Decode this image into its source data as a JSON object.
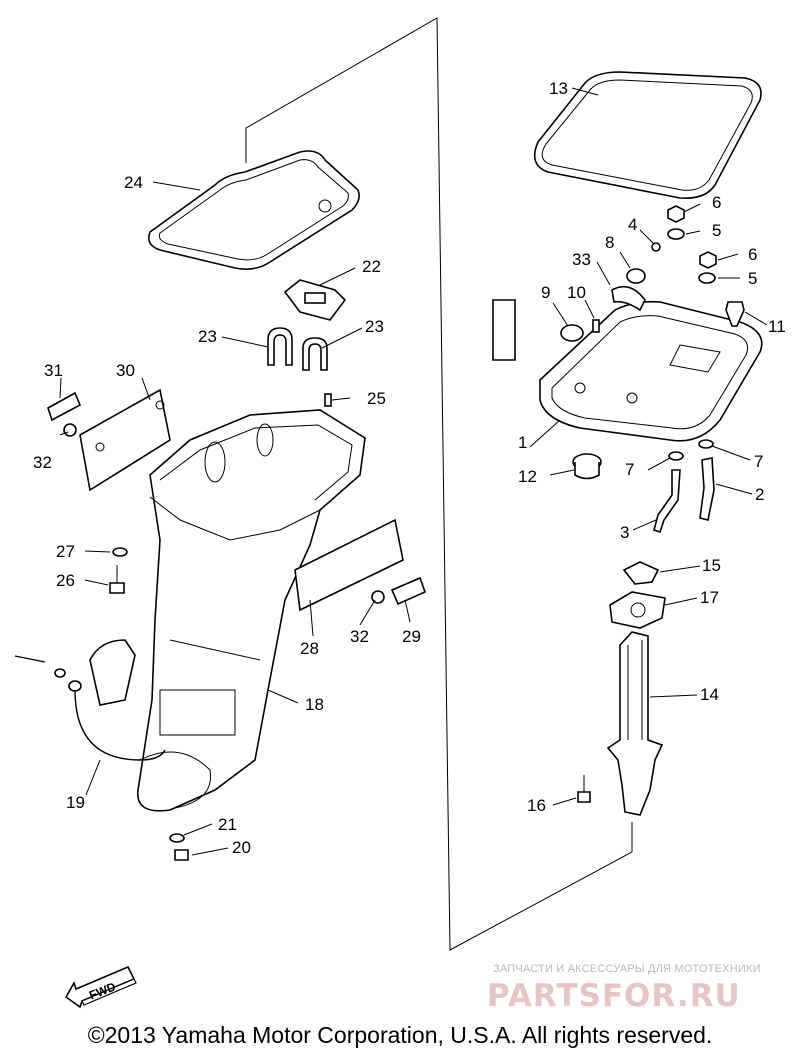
{
  "callouts": {
    "c1": "1",
    "c2": "2",
    "c3": "3",
    "c4": "4",
    "c5a": "5",
    "c5b": "5",
    "c6a": "6",
    "c6b": "6",
    "c7a": "7",
    "c7b": "7",
    "c8": "8",
    "c9": "9",
    "c10": "10",
    "c11": "11",
    "c12": "12",
    "c13": "13",
    "c14": "14",
    "c15": "15",
    "c16": "16",
    "c17": "17",
    "c18": "18",
    "c19": "19",
    "c20": "20",
    "c21": "21",
    "c22": "22",
    "c23a": "23",
    "c23b": "23",
    "c24": "24",
    "c25": "25",
    "c26": "26",
    "c27": "27",
    "c28": "28",
    "c29": "29",
    "c30": "30",
    "c31": "31",
    "c32a": "32",
    "c32b": "32",
    "c33": "33"
  },
  "fwd_label": "FWD",
  "watermark": {
    "tagline": "ЗАПЧАСТИ И АКСЕССУАРЫ ДЛЯ МОТОТЕХНИКИ",
    "logo": "PARTSFOR.RU"
  },
  "copyright": "©2013 Yamaha Motor Corporation, U.S.A. All rights reserved."
}
